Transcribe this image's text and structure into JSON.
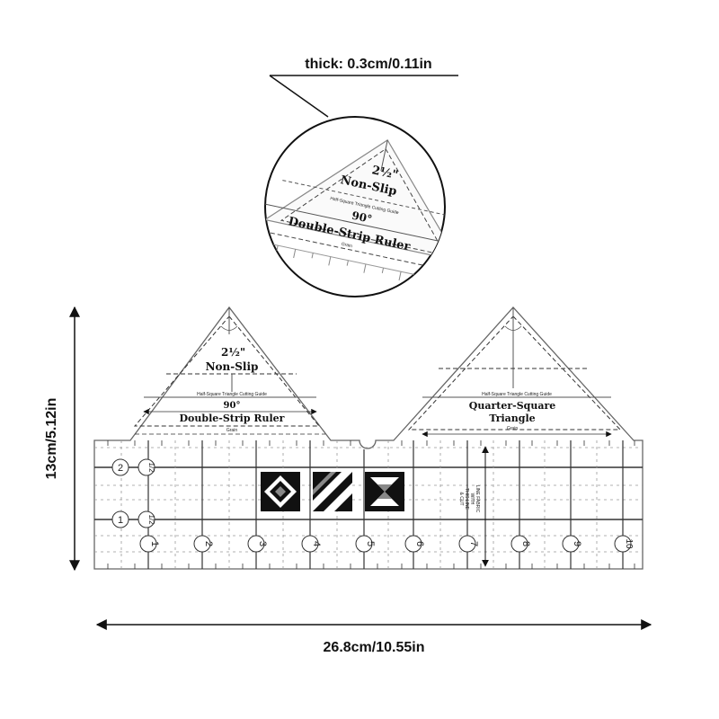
{
  "annotations": {
    "thickness": "thick: 0.3cm/0.11in",
    "height": "13cm/5.12in",
    "width": "26.8cm/10.55in"
  },
  "ruler": {
    "left_triangle": {
      "fraction": "2½\"",
      "brand": "Non-Slip",
      "guide": "Half-Square Triangle Cutting Guide",
      "angle": "90°",
      "name": "Double-Strip Ruler",
      "grain": "Grain"
    },
    "right_triangle": {
      "guide": "Half-Square Triangle Cutting Guide",
      "name_line1": "Quarter-Square",
      "name_line2": "Triangle",
      "grain": "Grain"
    },
    "side_marks": [
      "2",
      "1/2",
      "1",
      "1/2"
    ],
    "numbers": [
      "1",
      "2",
      "3",
      "4",
      "5",
      "6",
      "7",
      "8",
      "9",
      "10"
    ],
    "vertical_label": [
      "LINE FABRIC",
      "WITH",
      "THIS LINE",
      "& CUT"
    ]
  },
  "zoom": {
    "fraction": "2½\"",
    "brand": "Non-Slip",
    "guide": "Half-Square Triangle Cutting Guide",
    "angle": "90°",
    "name": "Double-Strip Ruler",
    "grain": "Grain"
  }
}
